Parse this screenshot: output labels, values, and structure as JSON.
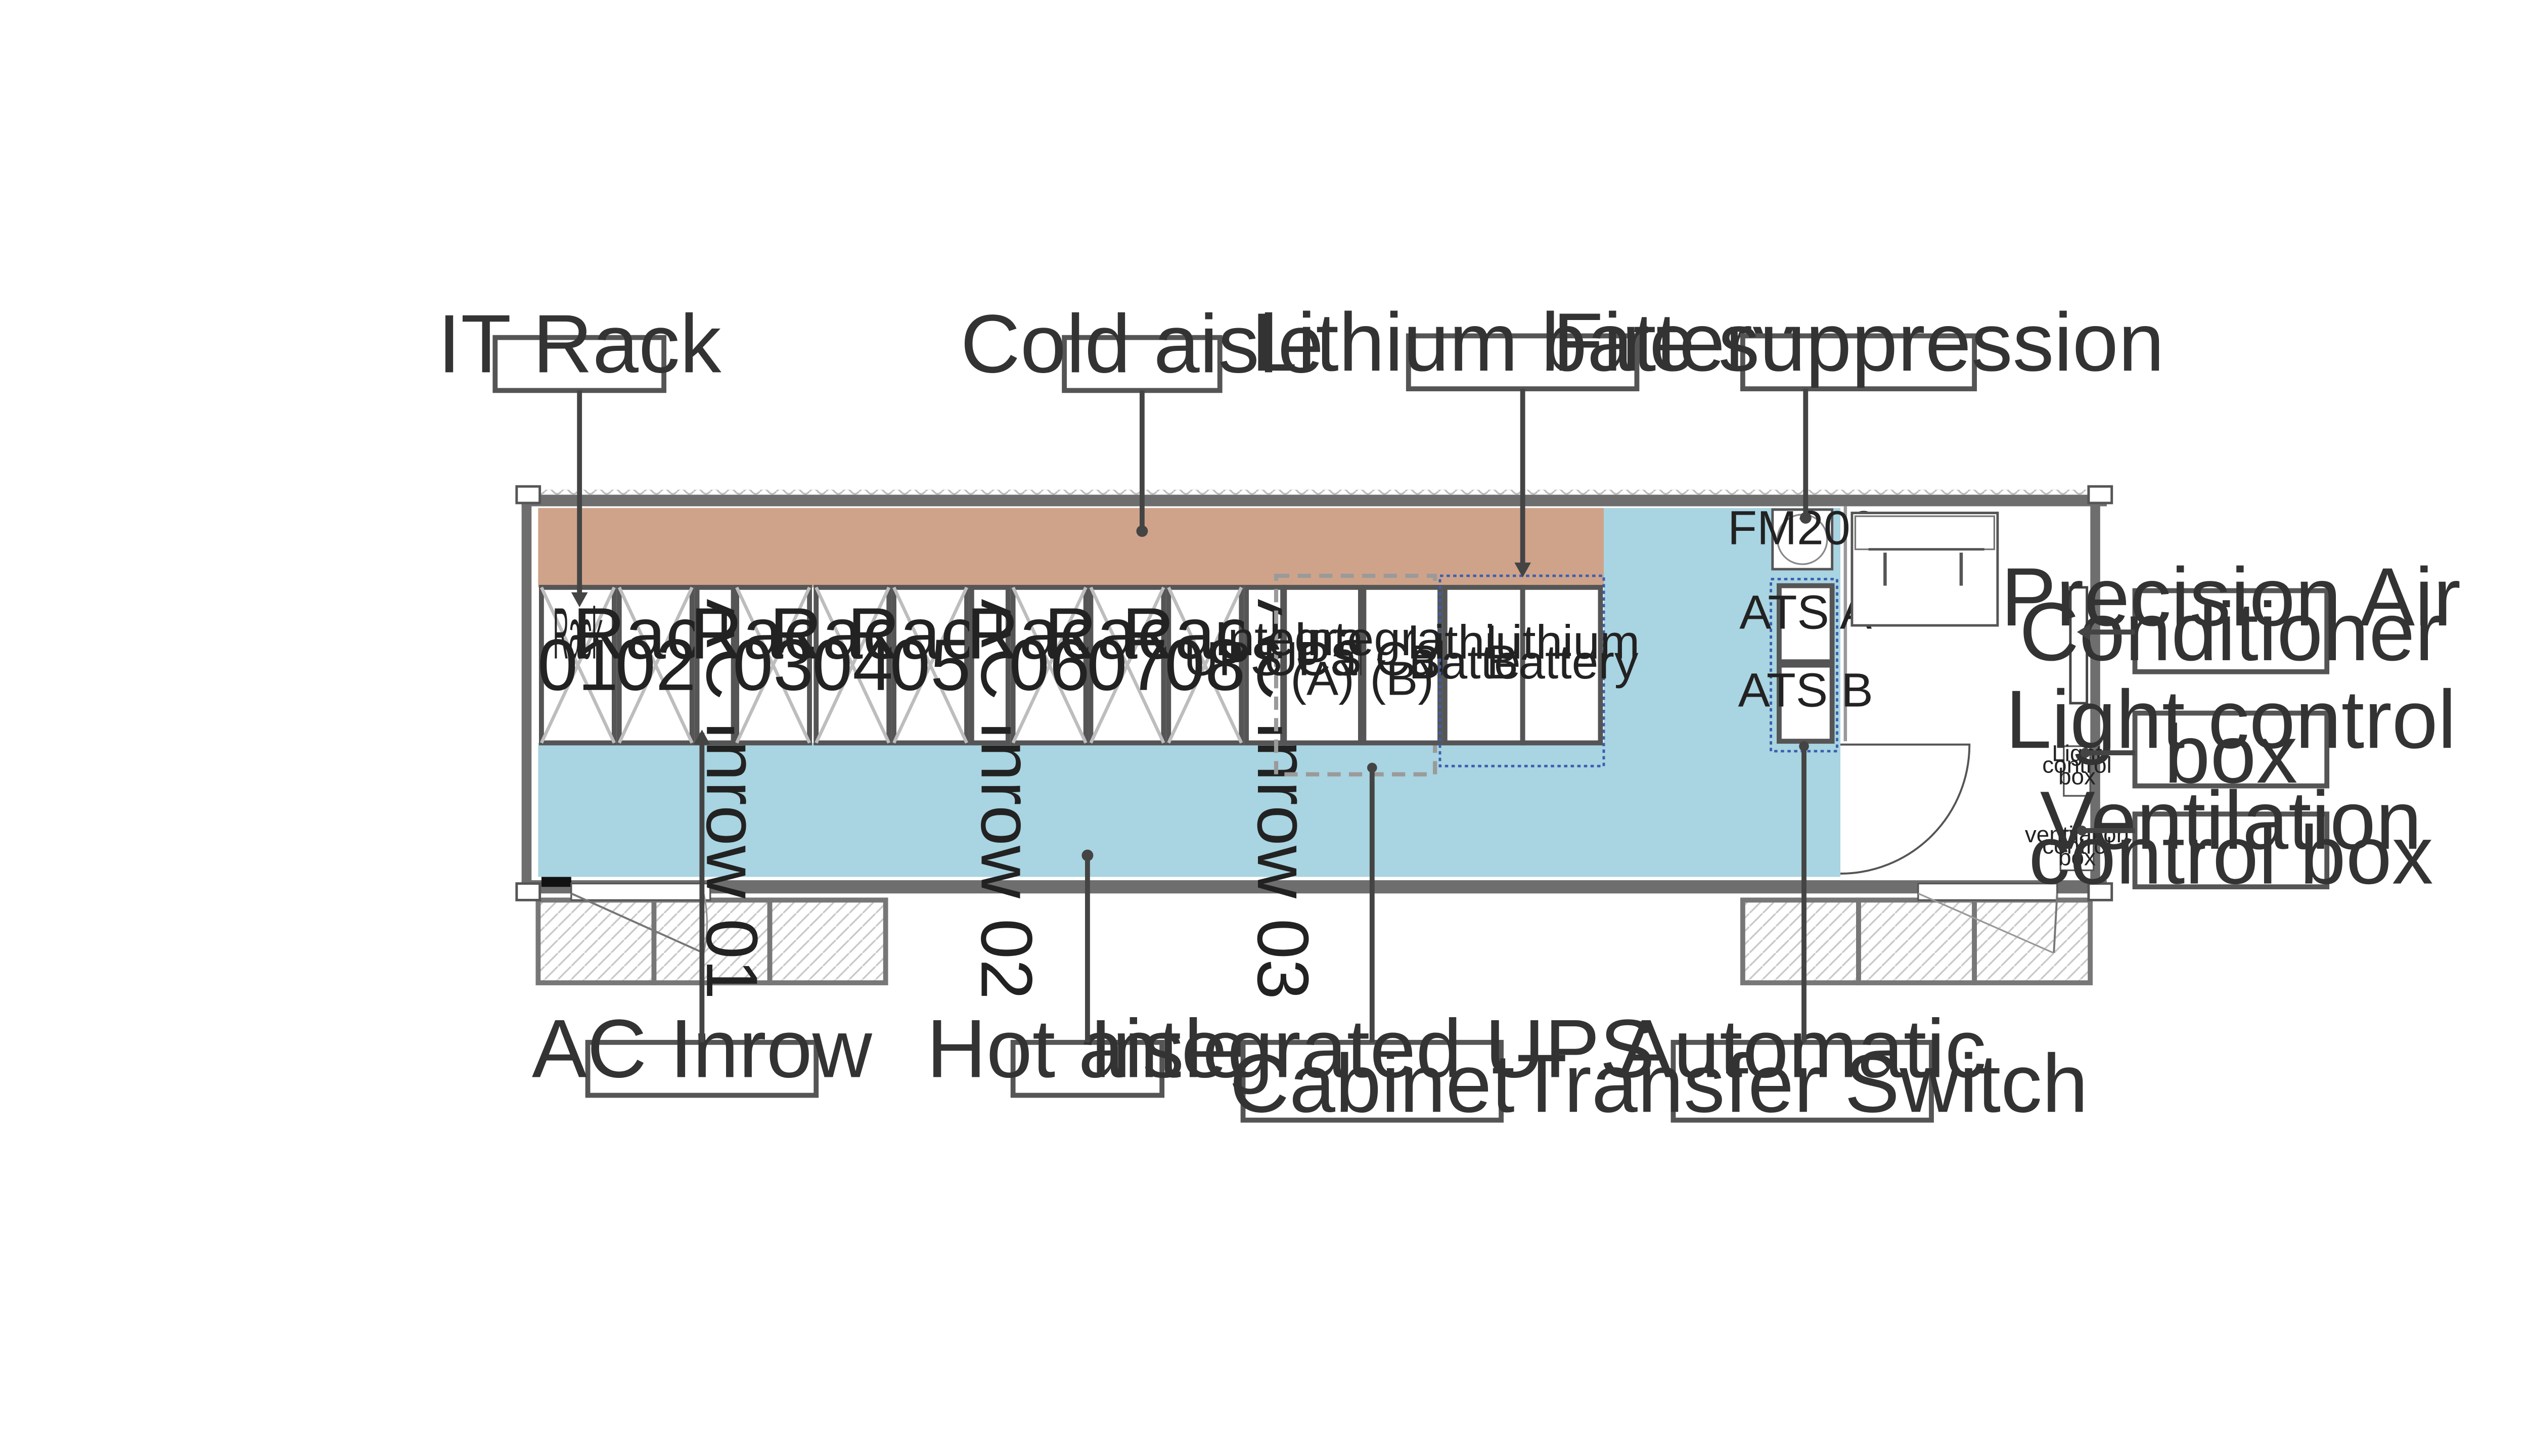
{
  "callouts": {
    "it_rack": "IT Rack",
    "cold_aisle": "Cold aisle",
    "lithium_battery": "Lithium battery",
    "fire_suppression": "Fire suppression",
    "precision_ac_line1": "Precision Air",
    "precision_ac_line2": "Conditioner",
    "light_control_line1": "Light control",
    "light_control_line2": "box",
    "ventilation_line1": "Ventilation",
    "ventilation_line2": "control box",
    "ac_inrow": "AC Inrow",
    "hot_aisle": "Hot aisle",
    "ups_line1": "Integrated UPS",
    "ups_line2": "Cabinet",
    "ats_line1": "Automatic",
    "ats_line2": "Transfer Switch"
  },
  "units": {
    "rack01": [
      "Rack",
      "01"
    ],
    "rack02": [
      "Rack",
      "02"
    ],
    "ac_inrow01": "AC Inrow 01",
    "rack03": [
      "Rack",
      "03"
    ],
    "rack04": [
      "Rack",
      "04"
    ],
    "rack05": [
      "Rack",
      "05"
    ],
    "ac_inrow02": "AC Inrow 02",
    "rack06": [
      "Rack",
      "06"
    ],
    "rack07": [
      "Rack",
      "07"
    ],
    "rack08": [
      "Rack",
      "08"
    ],
    "ac_inrow03": "AC Inrow 03",
    "ups_a": [
      "Integrated",
      "UPS Cabinet",
      "(A)"
    ],
    "ups_b": [
      "Integrated",
      "UPS Cabinet",
      "(B)"
    ],
    "battery1": [
      "Lithium",
      "Battery"
    ],
    "battery2": [
      "Lithium",
      "Battery"
    ],
    "fm200": "FM200",
    "ats_a": "ATS A",
    "ats_b": "ATS B",
    "light_box": [
      "Light",
      "control",
      "box"
    ],
    "vent_box": [
      "ventilation",
      "control",
      "box"
    ]
  },
  "colors": {
    "cold_aisle": "#cfa38a",
    "hot_aisle": "#a9d4e1",
    "wall": "#6e6e6e",
    "callout_border": "#555555",
    "dashed_outline": "#9a9a9a",
    "dotted_outline": "#3a5fb0"
  }
}
